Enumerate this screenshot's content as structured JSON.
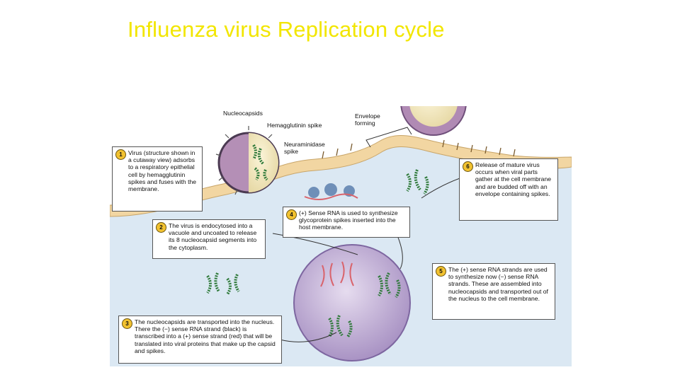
{
  "title": "Influenza virus Replication cycle",
  "labels": {
    "nucleocapsids": "Nucleocapsids",
    "hemagglutinin": "Hemagglutinin spike",
    "neuraminidase_1": "Neuraminidase",
    "neuraminidase_2": "spike",
    "envelope_1": "Envelope",
    "envelope_2": "forming"
  },
  "steps": [
    {
      "number": "1",
      "text": "Virus (structure shown in a cutaway view) adsorbs to a respiratory epithelial cell by hemagglutinin spikes and fuses with the membrane."
    },
    {
      "number": "2",
      "text": "The virus is endocytosed into a vacuole and uncoated to release its 8 nucleocapsid segments into the cytoplasm."
    },
    {
      "number": "3",
      "text": "The nucleocapsids are transported into the nucleus. There the (−) sense RNA strand (black) is transcribed into a (+) sense strand (red) that will be translated into viral proteins that make up the capsid and spikes."
    },
    {
      "number": "4",
      "text": "(+) Sense RNA is used to synthesize glycoprotein spikes inserted into the host membrane."
    },
    {
      "number": "5",
      "text": "The (+) sense RNA strands are used to synthesize now (−) sense RNA strands. These are assembled into nucleocapsids and transported out of the nucleus to the cell membrane."
    },
    {
      "number": "6",
      "text": "Release of mature virus occurs when viral parts gather at the cell membrane and are budded off with an envelope containing spikes."
    }
  ],
  "colors": {
    "title": "#f2e600",
    "cytoplasm": "#dbe8f3",
    "membrane": "#f2d6a2",
    "nucleus": "#c9b7da",
    "nucleocapsid": "#2f7a3a",
    "rna_plus": "#d9636b",
    "badge": "#f2c230"
  }
}
